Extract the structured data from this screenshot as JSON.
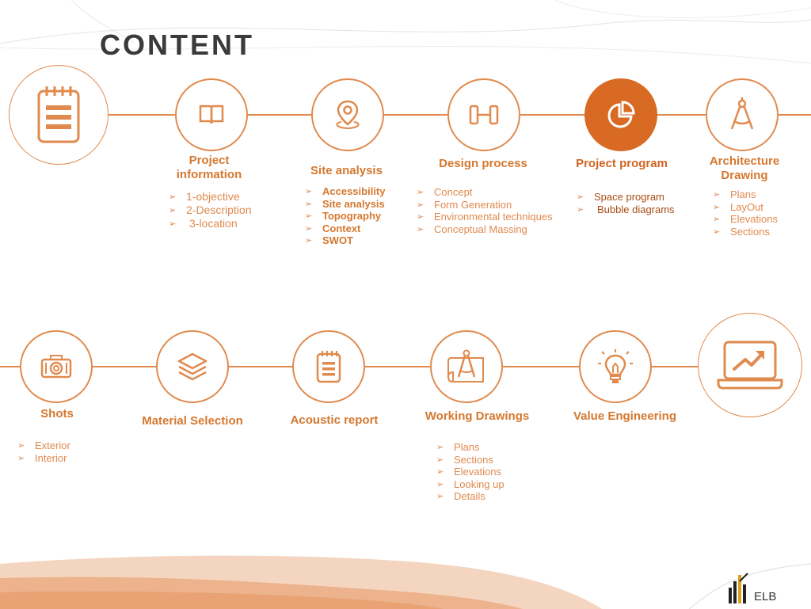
{
  "slide": {
    "title": "CONTENT"
  },
  "colors": {
    "accent": "#e08a4e",
    "accent_dark": "#d86a24",
    "text_dark": "#3a3a3a"
  },
  "row1": [
    {
      "label": "",
      "icon": "notepad-icon",
      "items": []
    },
    {
      "label": "Project information",
      "icon": "book-icon",
      "items": [
        "1-objective",
        "2-Description",
        "3-location"
      ]
    },
    {
      "label": "Site analysis",
      "icon": "location-pin-icon",
      "items": [
        "Accessibility",
        "Site analysis",
        "Topography",
        "Context",
        "SWOT"
      ]
    },
    {
      "label": "Design process",
      "icon": "dumbbell-icon",
      "items": [
        "Concept",
        "Form Generation",
        "Environmental techniques",
        "Conceptual Massing"
      ]
    },
    {
      "label": "Project program",
      "icon": "pie-chart-icon",
      "items": [
        "Space program",
        "Bubble diagrams"
      ]
    },
    {
      "label": "Architecture Drawing",
      "icon": "compass-icon",
      "items": [
        "Plans",
        "LayOut",
        "Elevations",
        "Sections"
      ]
    }
  ],
  "row2": [
    {
      "label": "Shots",
      "icon": "camera-icon",
      "items": [
        "Exterior",
        "Interior"
      ]
    },
    {
      "label": "Material Selection",
      "icon": "layers-icon",
      "items": []
    },
    {
      "label": "Acoustic report",
      "icon": "notepad-icon",
      "items": []
    },
    {
      "label": "Working Drawings",
      "icon": "blueprint-compass-icon",
      "items": [
        "Plans",
        "Sections",
        "Elevations",
        "Looking up",
        "Details"
      ]
    },
    {
      "label": "Value Engineering",
      "icon": "lightbulb-icon",
      "items": []
    },
    {
      "label": "",
      "icon": "laptop-chart-icon",
      "items": []
    }
  ],
  "logo": {
    "text": "ELB"
  }
}
